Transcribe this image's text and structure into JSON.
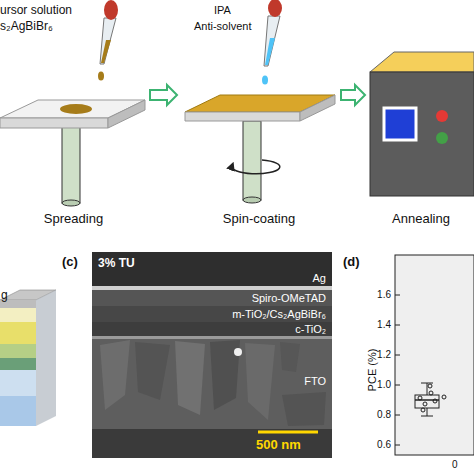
{
  "diagram": {
    "nodes": [
      {
        "text": [
          "Spreading"
        ]
      },
      {
        "text": [
          "Spin-coating"
        ]
      },
      {
        "text": [
          "Annealing"
        ]
      }
    ],
    "edges": [
      {
        "from": 0,
        "to": 1,
        "arrow": "to"
      },
      {
        "from": 1,
        "to": 2,
        "arrow": "to"
      }
    ],
    "labels": [
      "ursor solution",
      "s₂AgBiBr₆",
      "IPA",
      "Anti-solvent",
      "g",
      "(c)",
      "3% TU",
      "Ag",
      "Spiro-OMeTAD",
      "m-TiO₂/Cs₂AgBiBr₆",
      "c-TiO₂",
      "FTO",
      "500 nm",
      "(d)",
      "PCE (%)",
      "1.6",
      "1.4",
      "1.2",
      "1.0",
      "0.8",
      "0.6",
      "0"
    ]
  }
}
